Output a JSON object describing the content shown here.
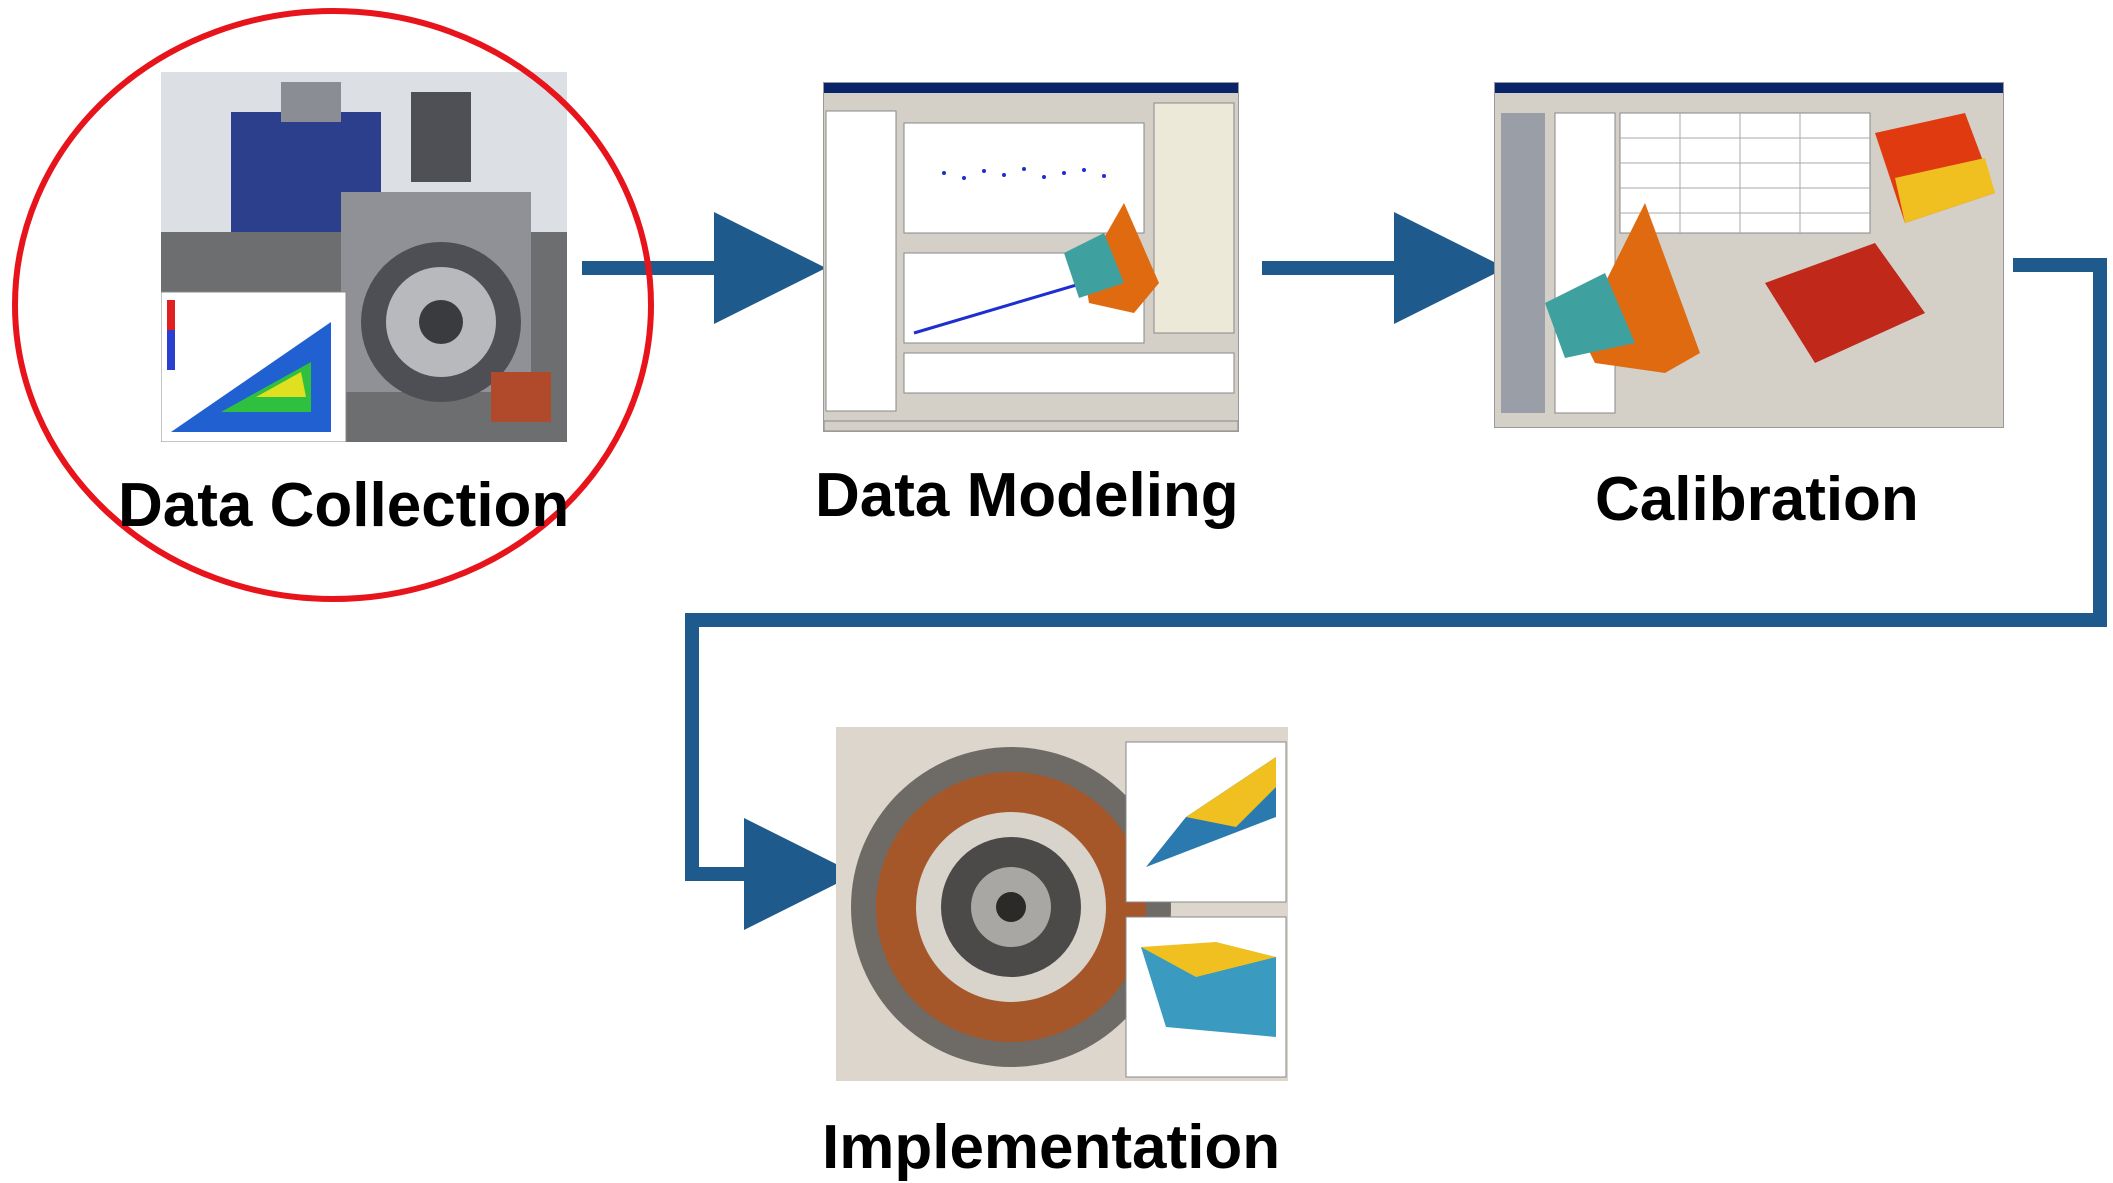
{
  "diagram": {
    "stages": [
      {
        "label": "Data Collection"
      },
      {
        "label": "Data Modeling"
      },
      {
        "label": "Calibration"
      },
      {
        "label": "Implementation"
      }
    ],
    "colors": {
      "arrow": "#1f5a8c",
      "highlight_circle": "#e8141b",
      "matlab_orange": "#e06a10",
      "matlab_teal": "#3fa0a0"
    }
  }
}
